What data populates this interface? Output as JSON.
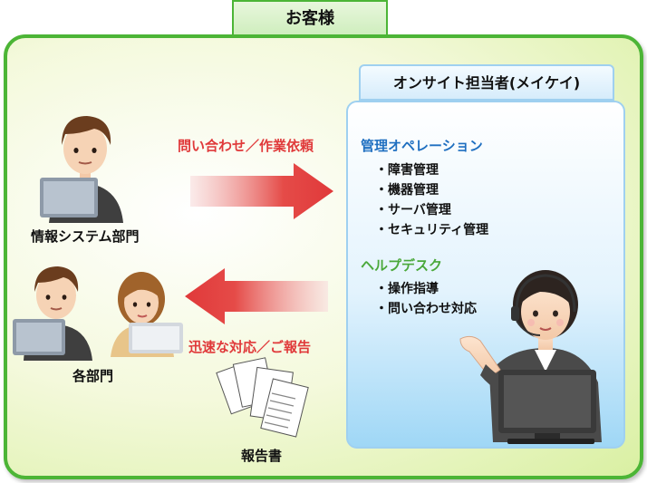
{
  "customer": {
    "title": "お客様"
  },
  "onsite": {
    "title": "オンサイト担当者(メイケイ)",
    "operations": {
      "title": "管理オペレーション",
      "items": [
        "・障害管理",
        "・機器管理",
        "・サーバ管理",
        "・セキュリティ管理"
      ]
    },
    "helpdesk": {
      "title": "ヘルプデスク",
      "items": [
        "・操作指導",
        "・問い合わせ対応"
      ]
    }
  },
  "actors": {
    "info_dept": "情報システム部門",
    "each_dept": "各部門",
    "report": "報告書"
  },
  "flows": {
    "request": "問い合わせ／作業依頼",
    "response": "迅速な対応／ご報告"
  },
  "colors": {
    "frame_green": "#4cb536",
    "arrow_red": "#e0393a",
    "ops_blue": "#1f6fc0",
    "help_green": "#4aa83a"
  }
}
